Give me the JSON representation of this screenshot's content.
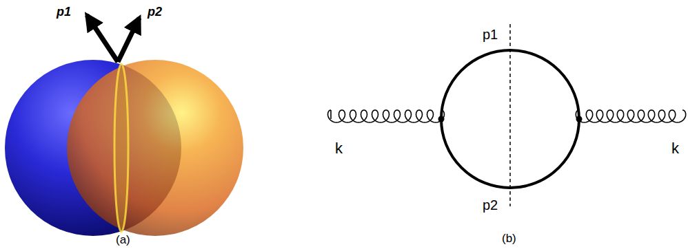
{
  "diagram": {
    "labels": [
      "p1",
      "p2",
      "(a)",
      "p1",
      "p2",
      "k",
      "k",
      "(b)"
    ]
  }
}
